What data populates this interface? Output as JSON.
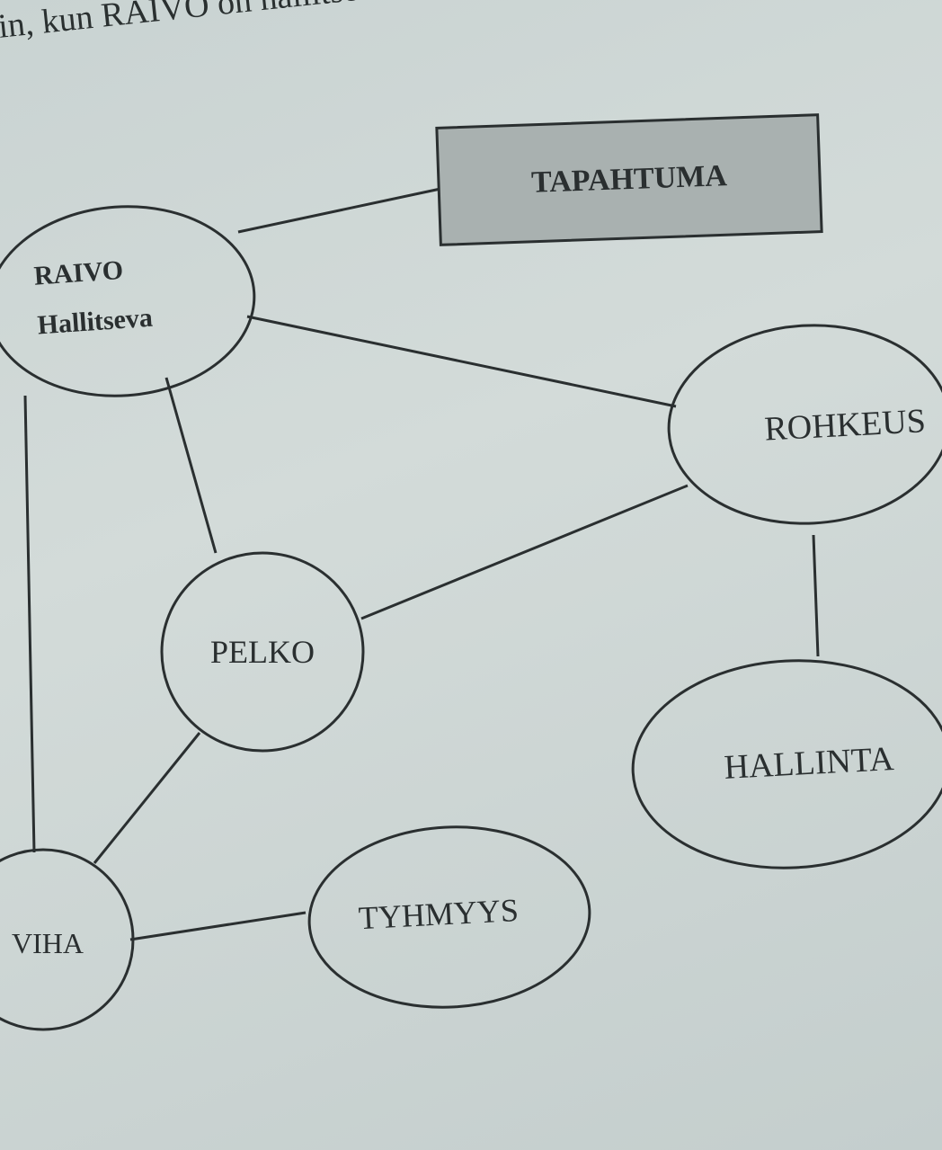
{
  "caption": "in, kun RAIVO on hallitseva t",
  "diagram": {
    "nodes": [
      {
        "id": "tapahtuma",
        "lines": [
          "TAPAHTUMA"
        ],
        "shape": "rect",
        "bold": true
      },
      {
        "id": "raivo",
        "lines": [
          "RAIVO",
          "Hallitseva"
        ],
        "shape": "ellipse",
        "bold": true
      },
      {
        "id": "rohkeus",
        "lines": [
          "ROHKEUS"
        ],
        "shape": "ellipse",
        "bold": false
      },
      {
        "id": "pelko",
        "lines": [
          "PELKO"
        ],
        "shape": "circle",
        "bold": false
      },
      {
        "id": "hallinta",
        "lines": [
          "HALLINTA"
        ],
        "shape": "ellipse",
        "bold": false
      },
      {
        "id": "viha",
        "lines": [
          "VIHA"
        ],
        "shape": "circle",
        "bold": false
      },
      {
        "id": "tyhmyys",
        "lines": [
          "TYHMYYS"
        ],
        "shape": "ellipse",
        "bold": false
      }
    ],
    "edges": [
      [
        "raivo",
        "tapahtuma"
      ],
      [
        "raivo",
        "rohkeus"
      ],
      [
        "raivo",
        "pelko"
      ],
      [
        "raivo",
        "viha"
      ],
      [
        "pelko",
        "rohkeus"
      ],
      [
        "rohkeus",
        "hallinta"
      ],
      [
        "pelko",
        "viha"
      ],
      [
        "viha",
        "tyhmyys"
      ]
    ],
    "colors": {
      "line": "#2a2f30",
      "box_fill": "#a9b1b0"
    }
  }
}
